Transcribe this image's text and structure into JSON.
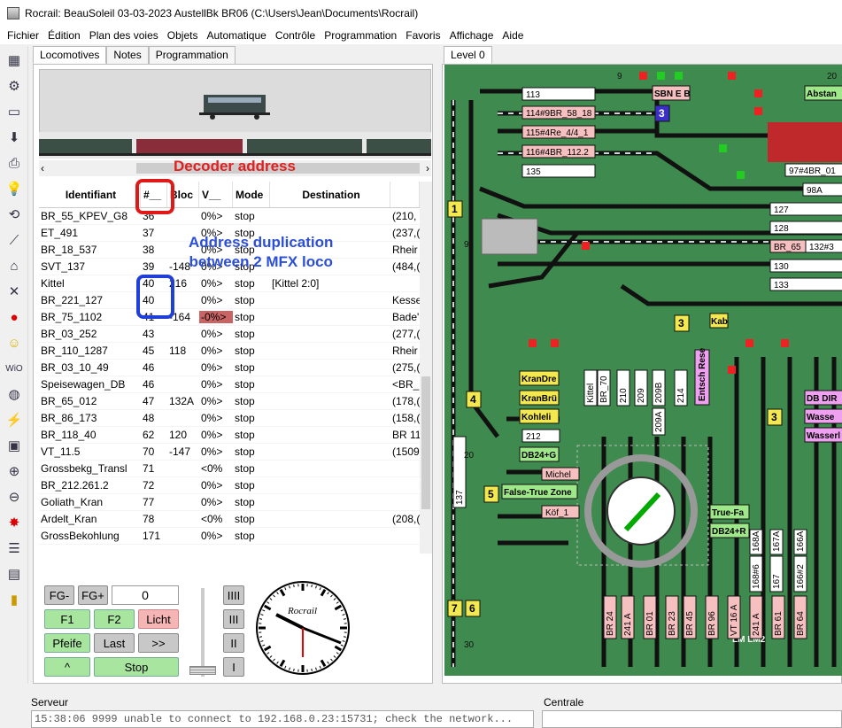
{
  "window": {
    "title": "Rocrail: BeauSoleil 03-03-2023 AustellBk BR06 (C:\\Users\\Jean\\Documents\\Rocrail)"
  },
  "menu": [
    "Fichier",
    "Édition",
    "Plan des voies",
    "Objets",
    "Automatique",
    "Contrôle",
    "Programmation",
    "Favoris",
    "Affichage",
    "Aide"
  ],
  "left_tabs": [
    "Locomotives",
    "Notes",
    "Programmation"
  ],
  "right_tab": "Level 0",
  "annotations": {
    "decoder": "Decoder address",
    "dup_line1": "Address duplication",
    "dup_line2": "between 2 MFX loco"
  },
  "columns": [
    "Identifiant",
    "#__",
    "Bloc",
    "V__",
    "Mode",
    "Destination",
    ""
  ],
  "rows": [
    [
      "BR_55_KPEV_G8",
      "36",
      "",
      "0%>",
      "stop",
      "",
      "(210,"
    ],
    [
      "ET_491",
      "37",
      "",
      "0%>",
      "stop",
      "",
      "(237,("
    ],
    [
      "BR_18_537",
      "38",
      "",
      "0%>",
      "stop",
      "",
      "Rheir"
    ],
    [
      "SVT_137",
      "39",
      "-148",
      "0%>",
      "stop",
      "",
      "(484,("
    ],
    [
      "Kittel",
      "40",
      "216",
      "0%>",
      "stop",
      "[Kittel 2:0]",
      ""
    ],
    [
      "BR_221_127",
      "40",
      "",
      "0%>",
      "stop",
      "",
      "Kesse"
    ],
    [
      "BR_75_1102",
      "41",
      "-164",
      "-0%>",
      "stop",
      "",
      "Bade'"
    ],
    [
      "BR_03_252",
      "43",
      "",
      "0%>",
      "stop",
      "",
      "(277,("
    ],
    [
      "BR_110_1287",
      "45",
      "118",
      "0%>",
      "stop",
      "",
      "Rheir"
    ],
    [
      "BR_03_10_49",
      "46",
      "",
      "0%>",
      "stop",
      "",
      "(275,("
    ],
    [
      "Speisewagen_DB",
      "46",
      "",
      "0%>",
      "stop",
      "",
      "<BR_"
    ],
    [
      "BR_65_012",
      "47",
      "132A",
      "0%>",
      "stop",
      "",
      "(178,("
    ],
    [
      "BR_86_173",
      "48",
      "",
      "0%>",
      "stop",
      "",
      "(158,("
    ],
    [
      "BR_118_40",
      "62",
      "120",
      "0%>",
      "stop",
      "",
      "BR 11"
    ],
    [
      "VT_11.5",
      "70",
      "-147",
      "0%>",
      "stop",
      "",
      "(1509"
    ],
    [
      "Grossbekg_Transl",
      "71",
      "",
      "<0%",
      "stop",
      "",
      ""
    ],
    [
      "BR_212.261.2",
      "72",
      "",
      "0%>",
      "stop",
      "",
      ""
    ],
    [
      "Goliath_Kran",
      "77",
      "",
      "0%>",
      "stop",
      "",
      ""
    ],
    [
      "Ardelt_Kran",
      "78",
      "",
      "<0%",
      "stop",
      "",
      "(208,("
    ],
    [
      "GrossBekohlung",
      "171",
      "",
      "0%>",
      "stop",
      "",
      ""
    ]
  ],
  "controls": {
    "fg_minus": "FG-",
    "fg_plus": "FG+",
    "speed": "0",
    "f1": "F1",
    "f2": "F2",
    "light": "Licht",
    "pfeife": "Pfeife",
    "last": "Last",
    "more": ">>",
    "up": "^",
    "stop": "Stop",
    "gear4": "IIII",
    "gear3": "III",
    "gear2": "II",
    "gear1": "I"
  },
  "clock_label": "Rocrail",
  "bottom": {
    "server_label": "Serveur",
    "centrale_label": "Centrale",
    "server_msg": "15:38:06 9999 unable to connect to 192.168.0.23:15731; check the network..."
  },
  "layout_labels": {
    "grid_top": [
      "9",
      "20"
    ],
    "grid_left": [
      "9",
      "20",
      "30"
    ],
    "blocks": [
      "113",
      "114#9BR_58_18",
      "115#4Re_4/4_1",
      "116#4BR_112.2",
      "135",
      "97#4BR_01",
      "98A",
      "127",
      "128",
      "BR_65",
      "132#3",
      "130",
      "133",
      "212",
      "Michel",
      "Köf_1"
    ],
    "signs": [
      "SBN E B",
      "Abstan",
      "Kab",
      "KranDre",
      "KranBrü",
      "Kohleli",
      "DB24+G",
      "False-True Zone",
      "True-Fa",
      "DB24+R",
      "DB DIR",
      "Wasse",
      "Wasserl",
      "Entsch Rese",
      "LM LM2"
    ],
    "vertical": [
      "Kittel",
      "BR_70",
      "210",
      "209",
      "209B",
      "209A",
      "214",
      "137",
      "168A",
      "167A",
      "166A",
      "168#6",
      "167",
      "166#2",
      "BR 24",
      "241 A",
      "BR 01",
      "BR 23",
      "BR 45",
      "BR 96",
      "VT 16 A",
      "241 A",
      "BR 61",
      "BR 64"
    ],
    "numbered": [
      "1",
      "3",
      "4",
      "3",
      "5",
      "7",
      "6",
      "3"
    ]
  }
}
